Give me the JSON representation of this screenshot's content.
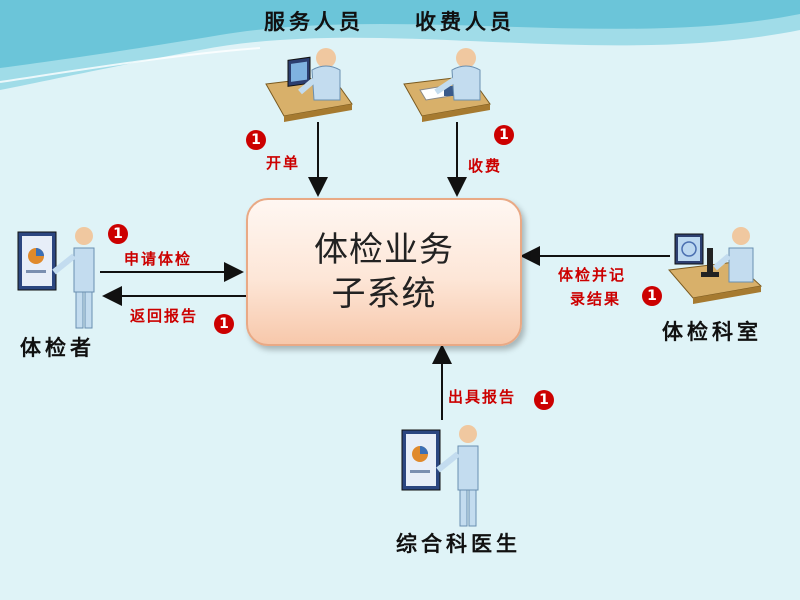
{
  "system": {
    "line1": "体检业务",
    "line2": "子系统"
  },
  "actors": {
    "service_staff": "服务人员",
    "cashier": "收费人员",
    "examinee": "体检者",
    "exam_dept": "体检科室",
    "general_doctor": "综合科医生"
  },
  "edges": {
    "open_order": "开单",
    "charge": "收费",
    "apply_exam": "申请体检",
    "return_report": "返回报告",
    "record_results_1": "体检并记",
    "record_results_2": "录结果",
    "issue_report": "出具报告"
  },
  "badge_symbol": "1",
  "colors": {
    "edge_label": "#cc0000",
    "box_border": "#e9a985",
    "background": "#dff3f7"
  }
}
